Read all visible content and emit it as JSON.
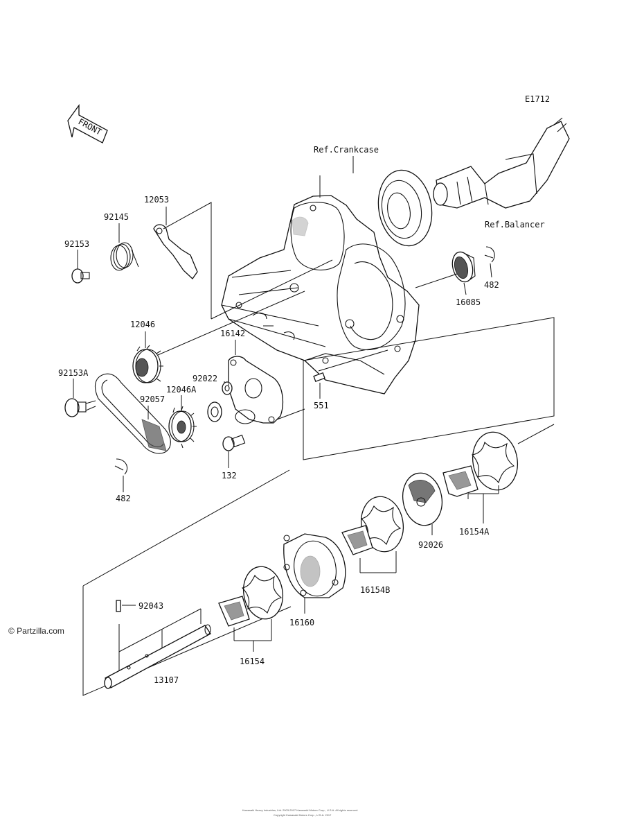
{
  "diagram_code": "E1712",
  "front_arrow": "FRONT",
  "references": {
    "crankcase": "Ref.Crankcase",
    "balancer": "Ref.Balancer"
  },
  "part_numbers": {
    "p12053": "12053",
    "p92145": "92145",
    "p92153": "92153",
    "p12046": "12046",
    "p92153A": "92153A",
    "p16142": "16142",
    "p92022": "92022",
    "p92057": "92057",
    "p12046A": "12046A",
    "p482a": "482",
    "p482b": "482",
    "p132": "132",
    "p551": "551",
    "p16085": "16085",
    "p16154A": "16154A",
    "p92026": "92026",
    "p16154B": "16154B",
    "p16160": "16160",
    "p92043": "92043",
    "p16154": "16154",
    "p13107": "13107"
  },
  "watermark": "© Partzilla.com",
  "footer": {
    "line1": "Kawasaki Heavy Industries, Ltd. 2003-2017 Kawasaki Motors Corp., U.S.A. All rights reserved.",
    "line2": "Copyright Kawasaki Motors Corp., U.S.A. 2017"
  }
}
